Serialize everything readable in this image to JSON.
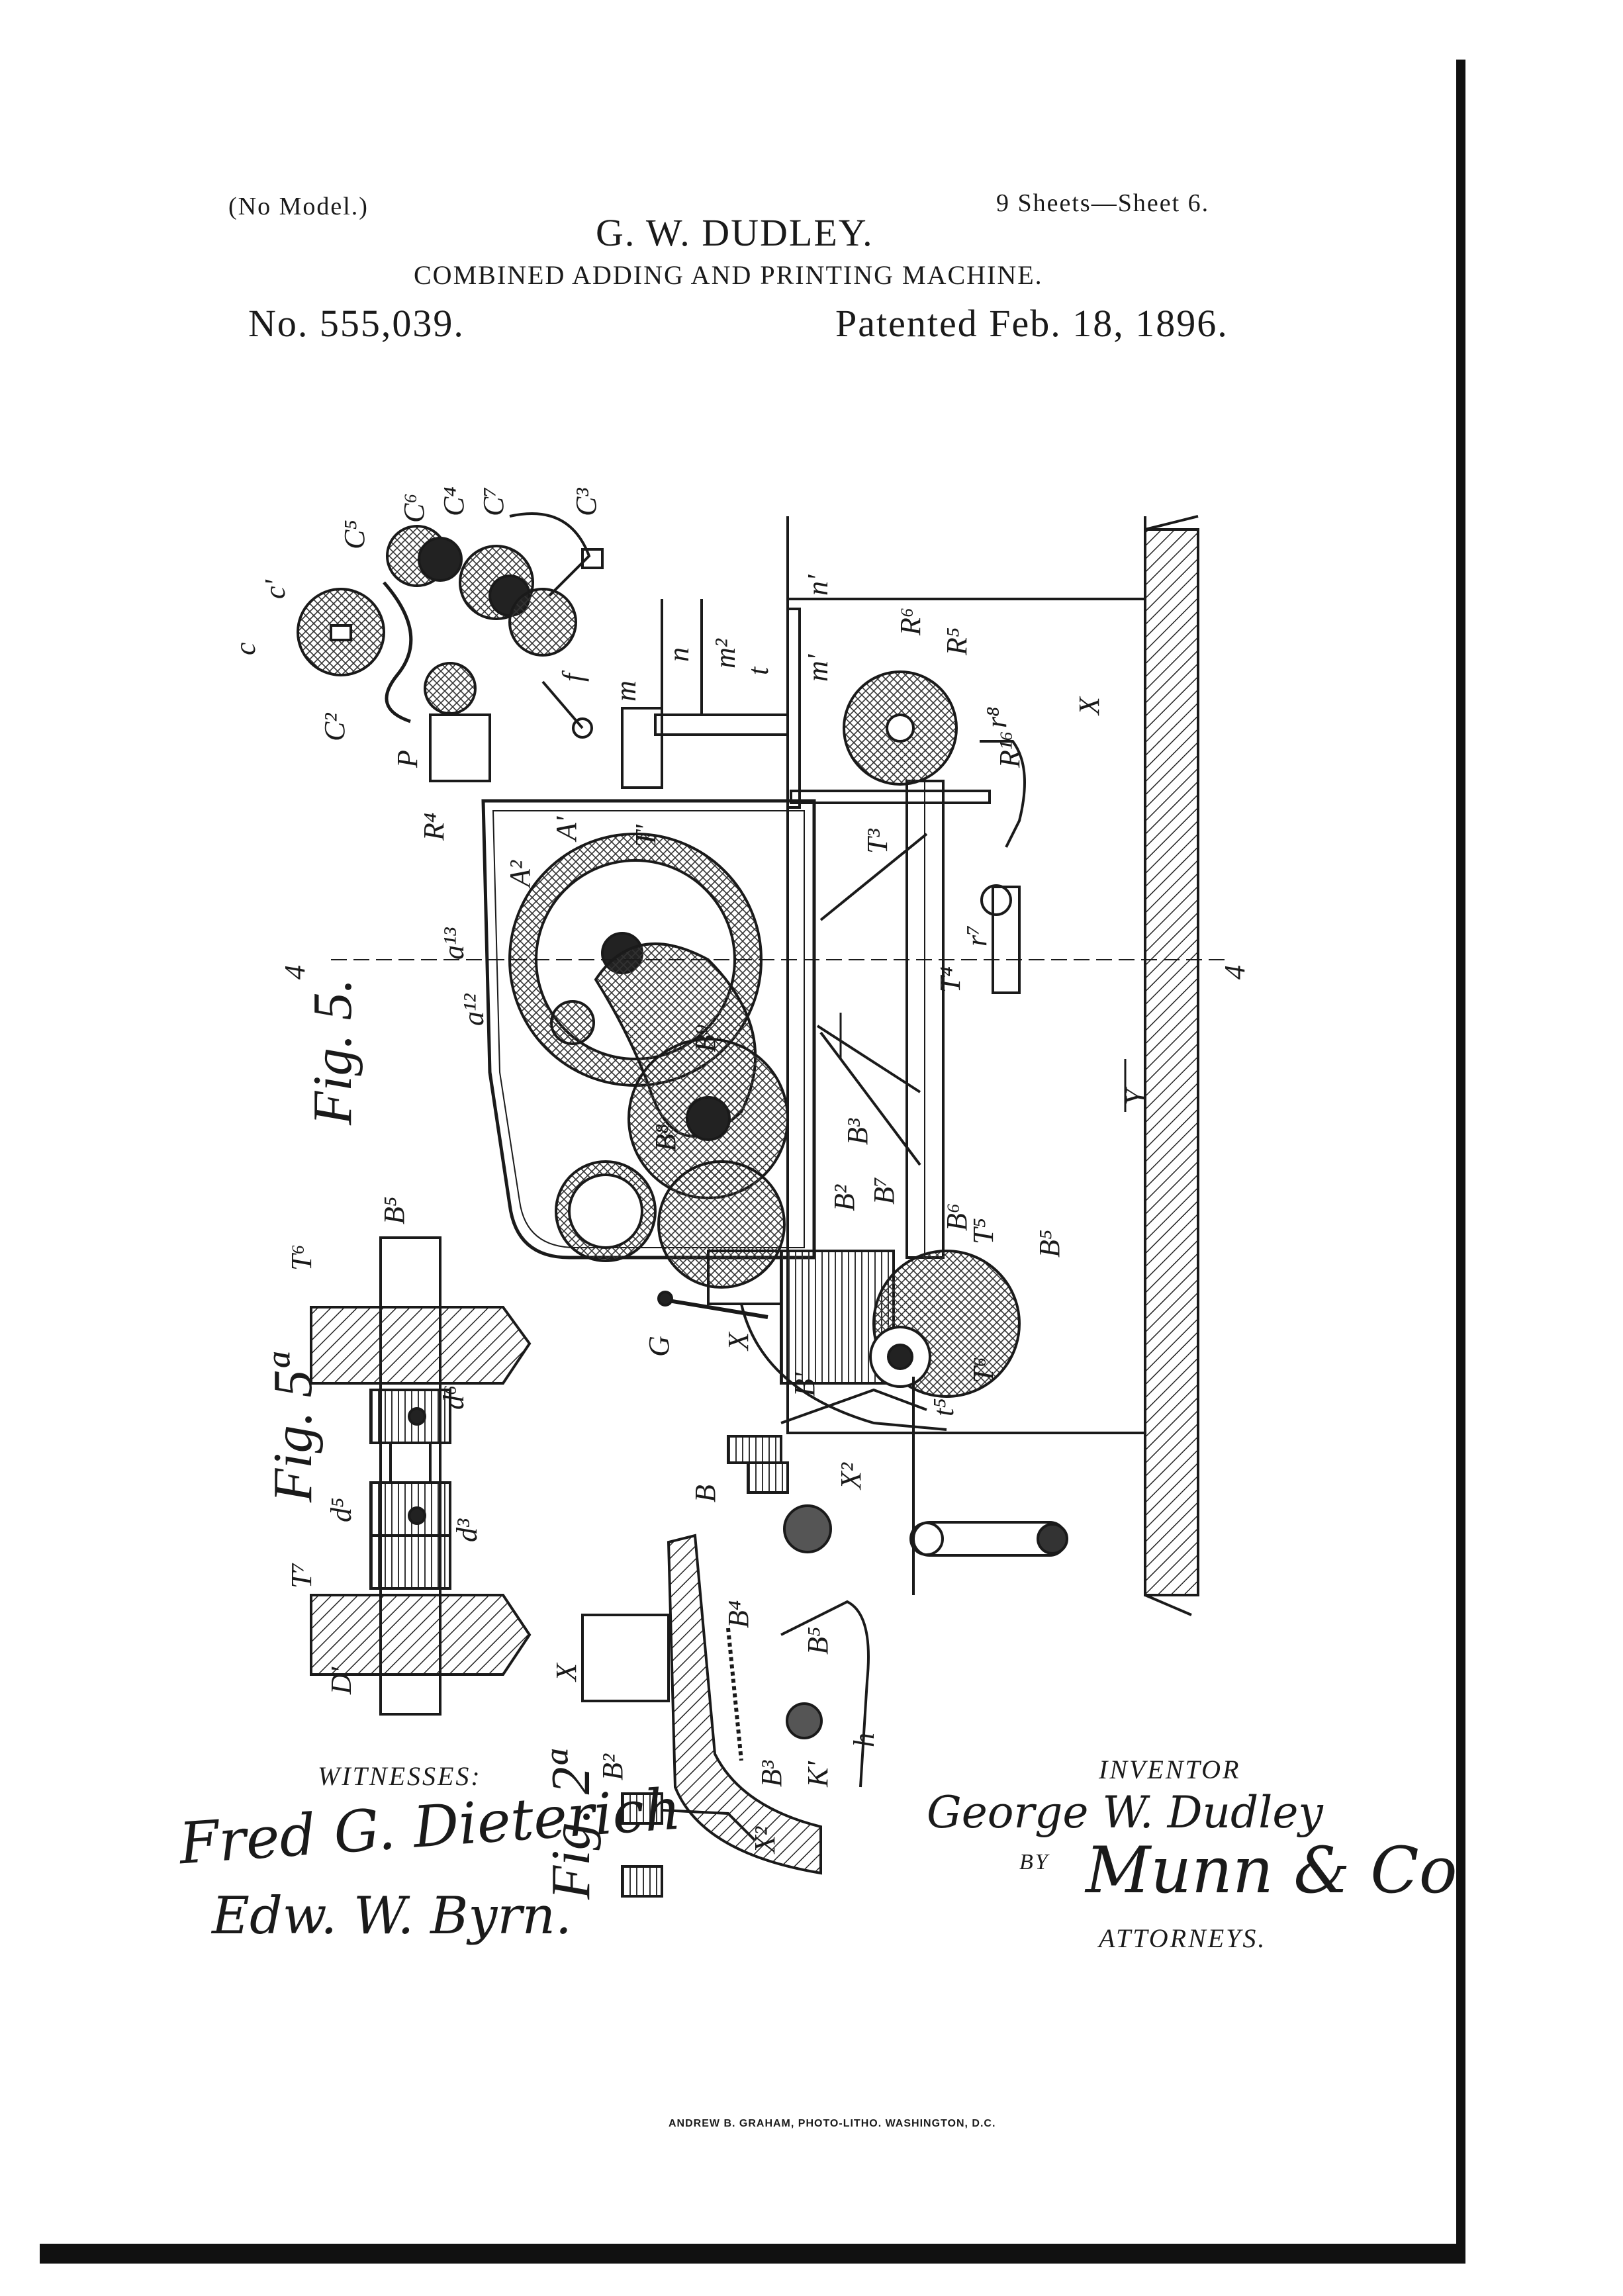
{
  "header": {
    "no_model": "(No Model.)",
    "sheets": "9 Sheets—Sheet 6.",
    "inventor_name": "G. W. DUDLEY.",
    "title": "COMBINED ADDING AND PRINTING MACHINE.",
    "patent_no": "No. 555,039.",
    "patented": "Patented Feb. 18, 1896."
  },
  "figures": {
    "fig5": "Fig. 5.",
    "fig5a": "Fig. 5ª",
    "fig2a": "Fig. 2ª"
  },
  "labels": {
    "c": "c",
    "c1": "c'",
    "c2": "C²",
    "c3": "C³",
    "c4": "C⁴",
    "c5": "C⁵",
    "c6": "C⁶",
    "c7": "C⁷",
    "f": "f",
    "m": "m",
    "n": "n",
    "n1": "n'",
    "m1": "m'",
    "m2": "m²",
    "t": "t",
    "t1": "T'",
    "t3": "T³",
    "t4": "T⁴",
    "t5": "T⁵",
    "t6": "T⁶",
    "t7": "T⁷",
    "a1": "A'",
    "a2": "A²",
    "a13": "a¹³",
    "a12": "a¹²",
    "b2": "B²",
    "b3": "B³",
    "b4": "B⁴",
    "b5": "B⁵",
    "b6": "B⁶",
    "b7": "B⁷",
    "b8": "B⁸",
    "b9": "B⁹",
    "b1": "B'",
    "b": "B",
    "r5": "R⁵",
    "r6": "R⁶",
    "r16": "R¹⁶",
    "r4": "R⁴",
    "r7": "r⁷",
    "r8": "r⁸",
    "x": "X",
    "y": "Y",
    "g": "G",
    "d1": "D'",
    "d3": "d³",
    "d5": "d⁵",
    "d6": "d⁶",
    "t5l": "t⁵",
    "h": "h",
    "k1": "K'",
    "x2": "X²",
    "p": "P",
    "four": "4"
  },
  "footer": {
    "witnesses_label": "WITNESSES:",
    "witness1": "Fred G. Dieterich",
    "witness2": "Edw. W. Byrn.",
    "inventor_label": "INVENTOR",
    "inventor_signature": "George W. Dudley",
    "by": "BY",
    "attorney_signature": "Munn & Co",
    "attorneys_label": "ATTORNEYS.",
    "printer": "ANDREW B. GRAHAM, PHOTO-LITHO. WASHINGTON, D.C."
  }
}
